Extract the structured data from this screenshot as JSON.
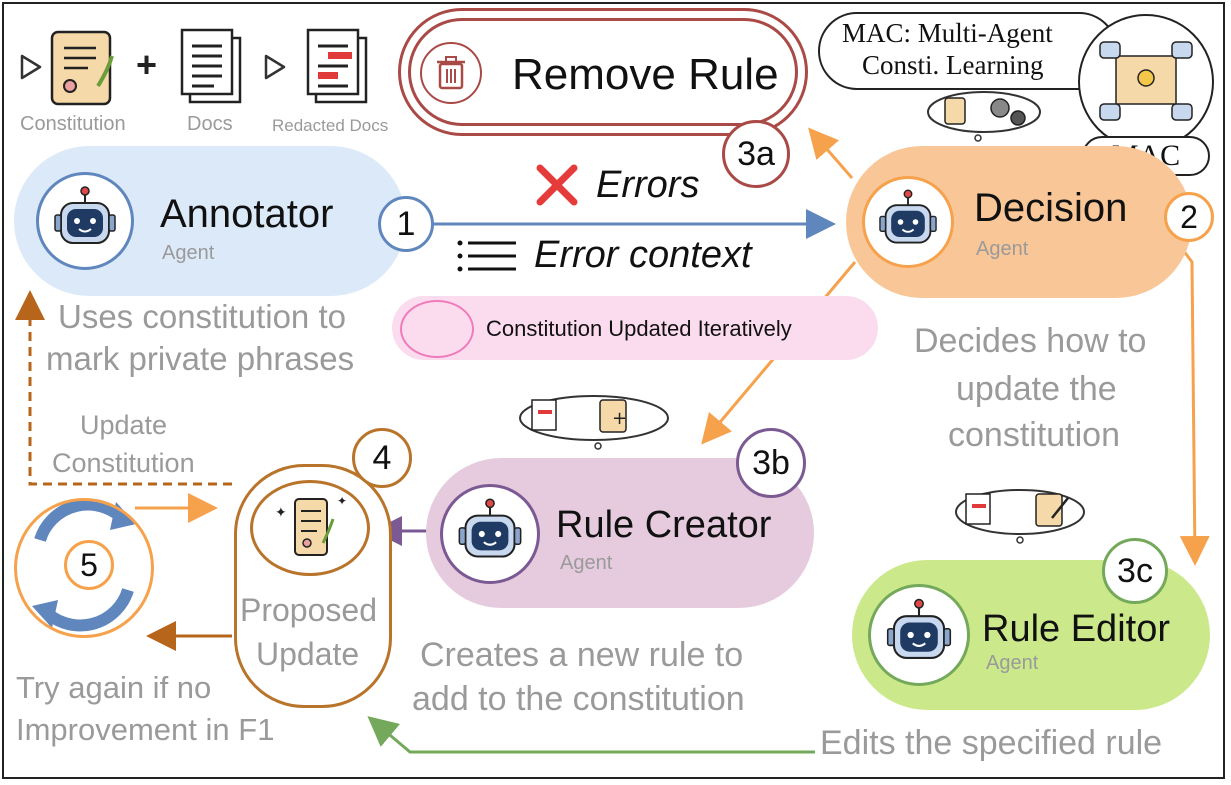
{
  "legend": {
    "constitution": "Constitution",
    "plus": "+",
    "docs": "Docs",
    "redacted_docs": "Redacted Docs"
  },
  "remove_rule": {
    "label": "Remove Rule",
    "step": "3a"
  },
  "mac": {
    "title_line1": "MAC: Multi-Agent",
    "title_line2": "Consti. Learning",
    "badge": "MAC"
  },
  "annotator": {
    "name": "Annotator",
    "sub": "Agent",
    "step": "1",
    "desc_line1": "Uses constitution to",
    "desc_line2": "mark private phrases"
  },
  "errors": {
    "errors_label": "Errors",
    "context_label": "Error context"
  },
  "decision": {
    "name": "Decision",
    "sub": "Agent",
    "step": "2",
    "desc_line1": "Decides how to",
    "desc_line2": "update the",
    "desc_line3": "constitution"
  },
  "updated": {
    "label": "Constitution Updated Iteratively"
  },
  "rule_creator": {
    "name": "Rule Creator",
    "sub": "Agent",
    "step": "3b",
    "desc_line1": "Creates a new rule to",
    "desc_line2": "add to the constitution"
  },
  "rule_editor": {
    "name": "Rule Editor",
    "sub": "Agent",
    "step": "3c",
    "desc": "Edits the specified rule"
  },
  "proposed": {
    "line1": "Proposed",
    "line2": "Update",
    "step": "4"
  },
  "update_const": {
    "line1": "Update",
    "line2": "Constitution"
  },
  "retry": {
    "step": "5",
    "line1": "Try again if no",
    "line2": "Improvement in F1"
  },
  "colors": {
    "annotator": "#dce9f8",
    "decision": "#f9c698",
    "rule_creator": "#e5cbdd",
    "rule_editor": "#cbe98a",
    "remove_rule": "#a94a46",
    "proposed": "#b8742a",
    "updated_bg": "#fbdcef",
    "orange_arrow": "#f6a24c",
    "blue_arrow": "#5f86bd",
    "purple_arrow": "#7b5a94",
    "green_arrow": "#74a85a",
    "brown_arrow": "#b8651c"
  }
}
